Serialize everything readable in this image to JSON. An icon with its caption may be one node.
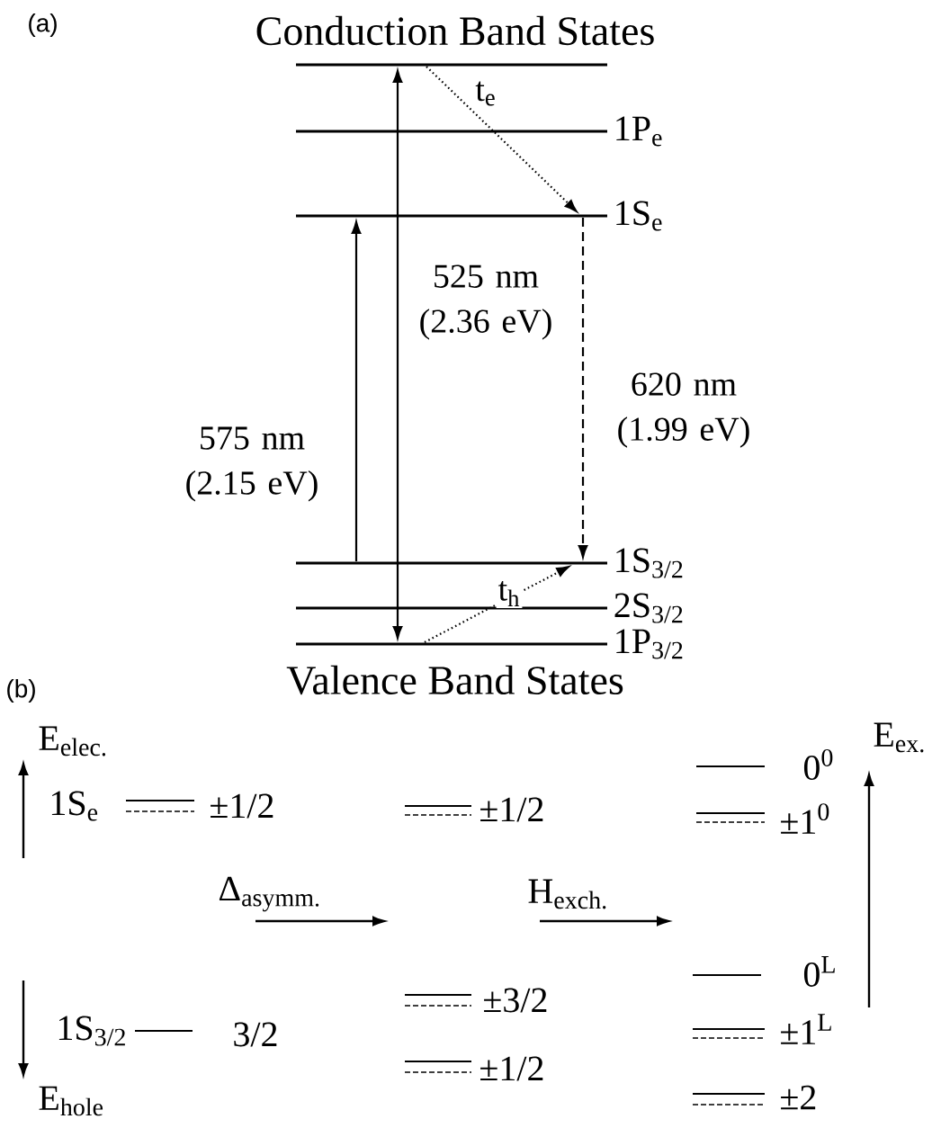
{
  "diagram": {
    "nodes": [
      {
        "text": [],
        "shape": "bar"
      },
      {
        "text": [
          "1P$_{e}$"
        ]
      },
      {
        "text": [
          "1S$_{e}$"
        ]
      },
      {
        "text": [
          "1S$_{3/2}$"
        ]
      },
      {
        "text": [
          "2S$_{3/2}$"
        ]
      },
      {
        "text": [
          "1P$_{3/2}$"
        ]
      }
    ],
    "edges": [
      {
        "from": 5,
        "to": 0,
        "arrow": "both",
        "label": "525 nm (2.36 eV)"
      },
      {
        "from": 3,
        "to": 2,
        "arrow": "to",
        "label": "575 nm (2.15 eV)"
      },
      {
        "from": 0,
        "to": 2,
        "arrow": "to",
        "style": "dashed",
        "label": "t$_{e}$"
      },
      {
        "from": 2,
        "to": 3,
        "arrow": "to",
        "style": "dashed",
        "label": "620 nm (1.99 eV)"
      },
      {
        "from": 5,
        "to": 3,
        "arrow": "to",
        "style": "dashed",
        "label": "t$_{h}$"
      }
    ],
    "labels": [
      "(a)",
      "Conduction Band States",
      "(b)",
      "Valence Band States",
      "E$_{elec.}$",
      "1S$_{e}$",
      "±1/2",
      "±1/2",
      "0$^{0}$",
      "E$_{ex.}$",
      "±1$^{0}$",
      "Δ$_{asymm.}$",
      "H$_{exch.}$",
      "0$^{L}$",
      "±3/2",
      "1S$_{3/2}$",
      "3/2",
      "±1$^{L}$",
      "±1/2",
      "E$_{hole}$",
      "±2"
    ]
  }
}
